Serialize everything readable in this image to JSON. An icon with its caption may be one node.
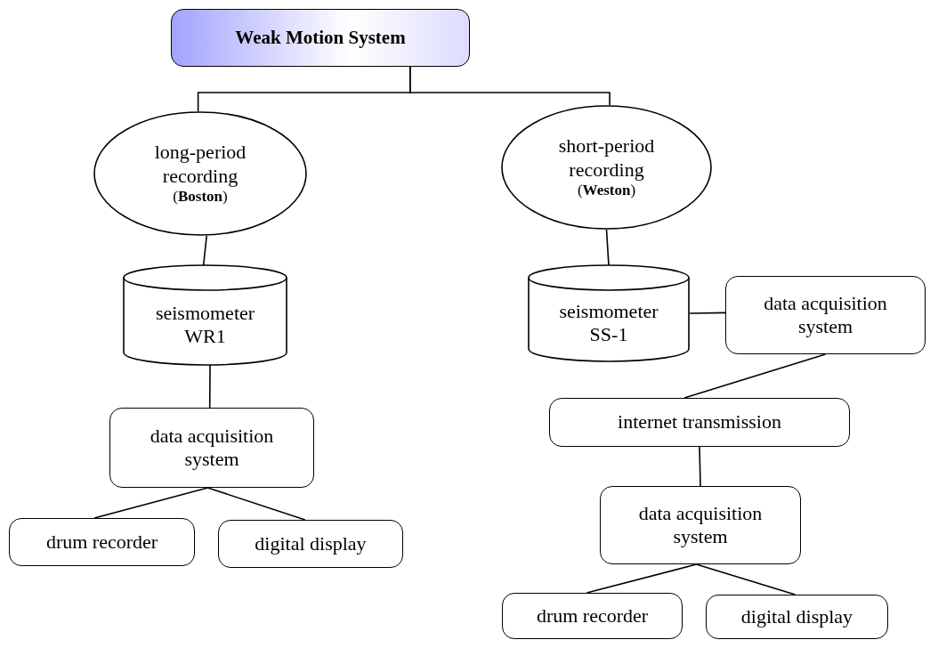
{
  "diagram": {
    "nodes": [
      {
        "text": [
          "Weak Motion System"
        ]
      },
      {
        "text": [
          "long-period recording",
          "(**Boston**)"
        ]
      },
      {
        "text": [
          "seismometer WR1"
        ]
      },
      {
        "text": [
          "data acquisition system"
        ]
      },
      {
        "text": [
          "drum recorder"
        ]
      },
      {
        "text": [
          "digital display"
        ]
      },
      {
        "text": [
          "short-period recording",
          "(**Weston**)"
        ]
      },
      {
        "text": [
          "seismometer SS-1"
        ]
      },
      {
        "text": [
          "data acquisition system"
        ]
      },
      {
        "text": [
          "internet transmission"
        ]
      },
      {
        "text": [
          "data acquisition system"
        ]
      },
      {
        "text": [
          "drum recorder"
        ]
      },
      {
        "text": [
          "digital display"
        ]
      }
    ],
    "edges": [
      {
        "from": 0,
        "to": 1,
        "arrow": "none"
      },
      {
        "from": 0,
        "to": 6,
        "arrow": "none"
      },
      {
        "from": 1,
        "to": 2,
        "arrow": "none"
      },
      {
        "from": 2,
        "to": 3,
        "arrow": "none"
      },
      {
        "from": 3,
        "to": 4,
        "arrow": "none"
      },
      {
        "from": 3,
        "to": 5,
        "arrow": "none"
      },
      {
        "from": 6,
        "to": 7,
        "arrow": "none"
      },
      {
        "from": 7,
        "to": 8,
        "arrow": "none"
      },
      {
        "from": 8,
        "to": 9,
        "arrow": "none"
      },
      {
        "from": 9,
        "to": 10,
        "arrow": "none"
      },
      {
        "from": 10,
        "to": 11,
        "arrow": "none"
      },
      {
        "from": 10,
        "to": 12,
        "arrow": "none"
      }
    ]
  }
}
